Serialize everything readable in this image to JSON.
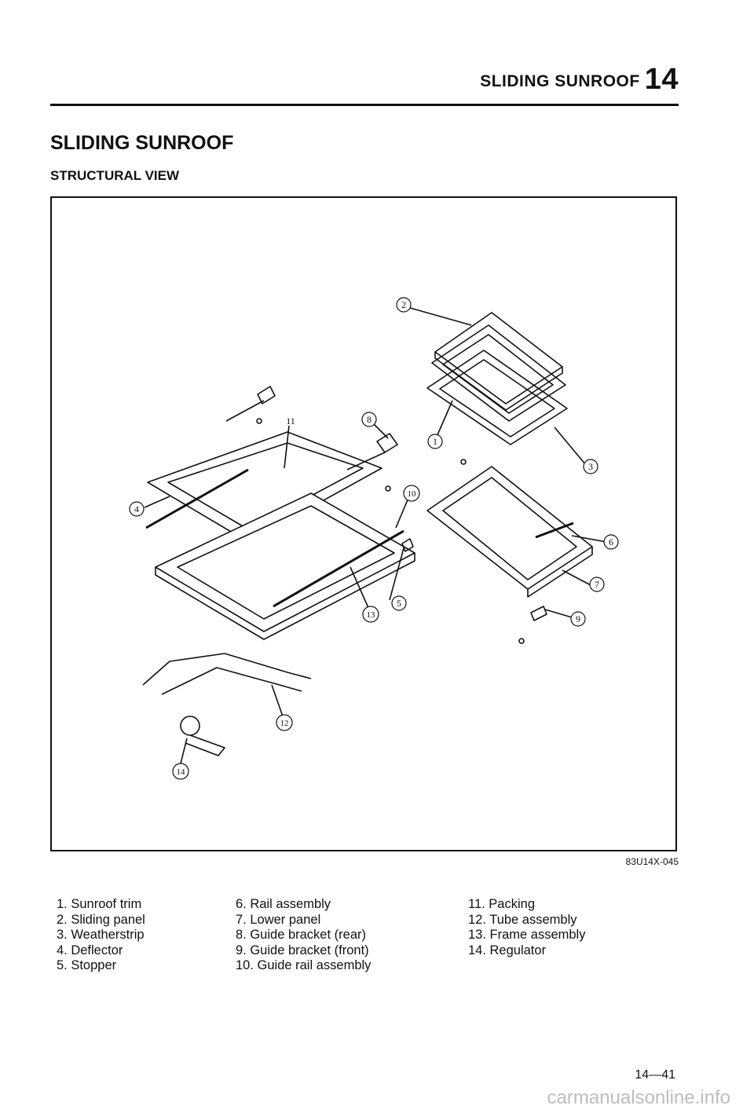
{
  "header": {
    "running_title": "SLIDING SUNROOF",
    "chapter_number": "14"
  },
  "page_title": "SLIDING SUNROOF",
  "section_title": "STRUCTURAL VIEW",
  "figure": {
    "code": "83U14X-045",
    "callouts": [
      "1",
      "2",
      "3",
      "4",
      "5",
      "6",
      "7",
      "8",
      "9",
      "10",
      "11",
      "12",
      "13",
      "14"
    ]
  },
  "legend": {
    "col1": [
      "1. Sunroof trim",
      "2. Sliding panel",
      "3. Weatherstrip",
      "4. Deflector",
      "5. Stopper"
    ],
    "col2": [
      "6. Rail assembly",
      "7. Lower panel",
      "8. Guide bracket (rear)",
      "9. Guide bracket (front)",
      "10. Guide rail assembly"
    ],
    "col3": [
      "11. Packing",
      "12. Tube assembly",
      "13. Frame assembly",
      "14. Regulator"
    ]
  },
  "footer": {
    "page_number": "14—41",
    "watermark": "carmanualsonline.info"
  }
}
